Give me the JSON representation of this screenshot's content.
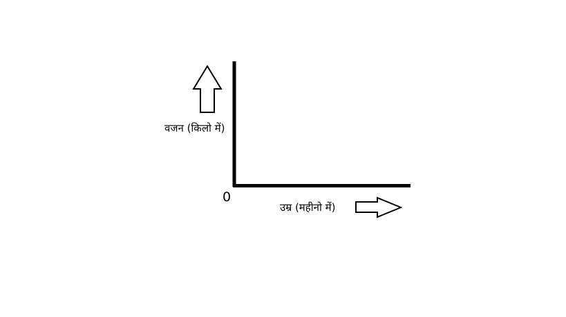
{
  "diagram": {
    "y_axis_label": "वजन (किलो में)",
    "x_axis_label": "उम्र (महीनो में)",
    "origin_label": "0"
  }
}
